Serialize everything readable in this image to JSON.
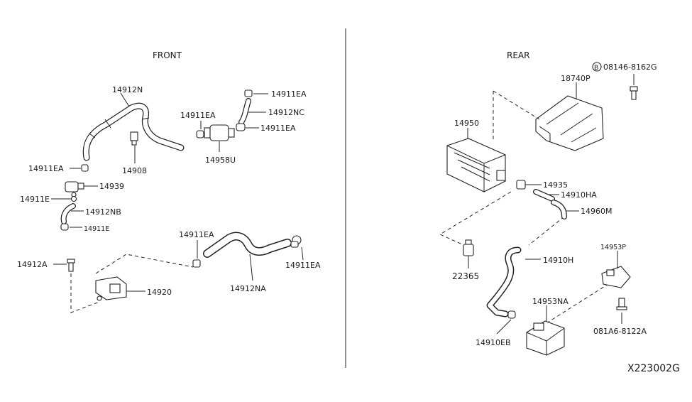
{
  "sections": {
    "front": "FRONT",
    "rear": "REAR"
  },
  "diagram_code": "X223002G",
  "labels": {
    "p14912N": "14912N",
    "p14908": "14908",
    "p14911EA_1": "14911EA",
    "p14939": "14939",
    "p14911E_1": "14911E",
    "p14912NB": "14912NB",
    "p14911E_2": "14911E",
    "p14912A": "14912A",
    "p14920": "14920",
    "p14911EA_2": "14911EA",
    "p14958U": "14958U",
    "p14911EA_3": "14911EA",
    "p14912NC": "14912NC",
    "p14911EA_4": "14911EA",
    "p14911EA_5": "14911EA",
    "p14912NA": "14912NA",
    "p14911EA_6": "14911EA",
    "p08146": "08146-8162G",
    "p08146_prefix": "B",
    "p18740P": "18740P",
    "p14950": "14950",
    "p14935": "14935",
    "p14910HA": "14910HA",
    "p14960M": "14960M",
    "p22365": "22365",
    "p14910H": "14910H",
    "p14953P": "14953P",
    "p14953NA": "14953NA",
    "p081A6": "081A6-8122A",
    "p14910EB": "14910EB"
  }
}
